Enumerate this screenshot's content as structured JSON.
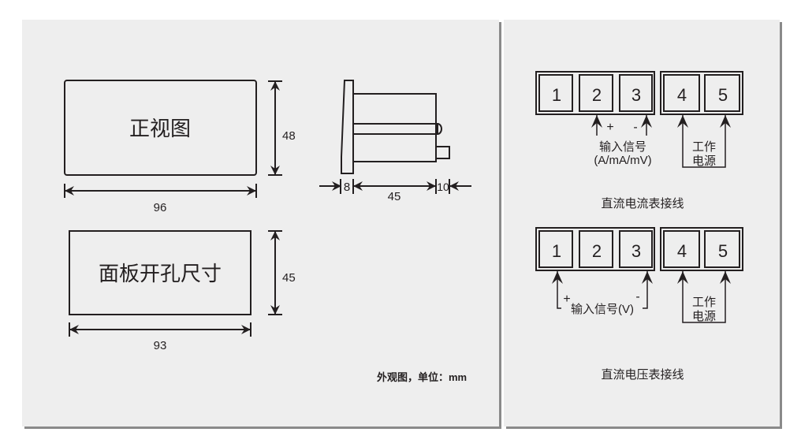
{
  "outline": {
    "front_view_label": "正视图",
    "front_height": "48",
    "front_width": "96",
    "cutout_label": "面板开孔尺寸",
    "cutout_height": "45",
    "cutout_width": "93",
    "side_front_depth": "8",
    "side_body_depth": "45",
    "side_rear_depth": "10",
    "caption": "外观图，单位：mm"
  },
  "current_wiring": {
    "terminals": [
      "1",
      "2",
      "3",
      "4",
      "5"
    ],
    "plus": "+",
    "minus": "-",
    "input_label": "输入信号",
    "input_units": "(A/mA/mV)",
    "power_label_1": "工作",
    "power_label_2": "电源",
    "title": "直流电流表接线"
  },
  "voltage_wiring": {
    "terminals": [
      "1",
      "2",
      "3",
      "4",
      "5"
    ],
    "plus": "+",
    "minus": "-",
    "input_label": "输入信号(V)",
    "power_label_1": "工作",
    "power_label_2": "电源",
    "title": "直流电压表接线"
  },
  "colors": {
    "panel": "#eeeeee",
    "ink": "#231f20",
    "shadow": "#8a8a8a"
  }
}
